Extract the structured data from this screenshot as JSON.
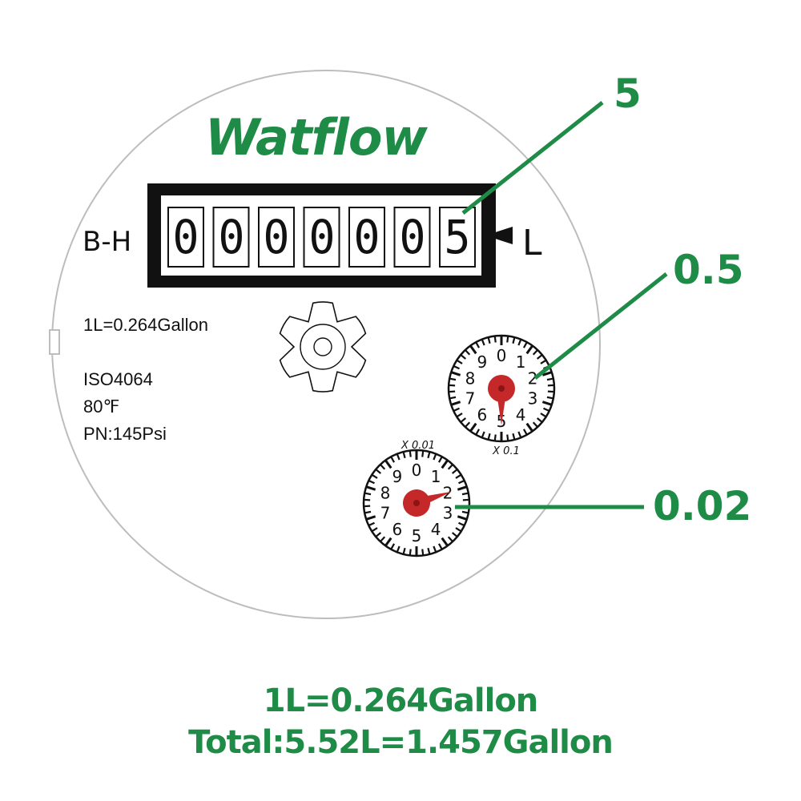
{
  "brand": "Watflow",
  "register": {
    "left_label": "B-H",
    "right_label": "L",
    "digits": [
      "0",
      "0",
      "0",
      "0",
      "0",
      "0",
      "5"
    ]
  },
  "face": {
    "conversion": "1L=0.264Gallon",
    "standard": "ISO4064",
    "temperature": "80℉",
    "pressure": "PN:145Psi"
  },
  "dial_x01": {
    "multiplier": "X 0.1",
    "numbers": [
      "0",
      "1",
      "2",
      "3",
      "4",
      "5",
      "6",
      "7",
      "8",
      "9"
    ],
    "reading": 5
  },
  "dial_x001": {
    "multiplier": "X 0.01",
    "numbers": [
      "0",
      "1",
      "2",
      "3",
      "4",
      "5",
      "6",
      "7",
      "8",
      "9"
    ],
    "reading": 2
  },
  "callouts": {
    "register": "5",
    "dial_x01": "0.5",
    "dial_x001": "0.02"
  },
  "summary": {
    "line1": "1L=0.264Gallon",
    "line2": "Total:5.52L=1.457Gallon"
  },
  "colors": {
    "brand_green": "#1e8b47",
    "pointer_red": "#c42828"
  }
}
